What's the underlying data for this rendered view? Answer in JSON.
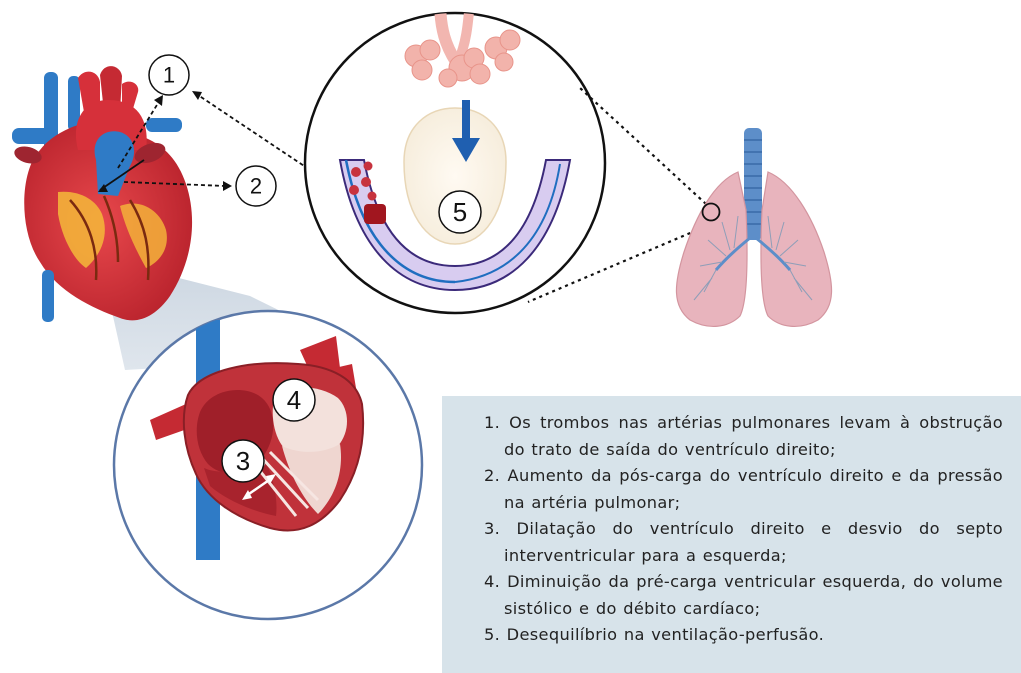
{
  "markers": {
    "m1": "1",
    "m2": "2",
    "m3": "3",
    "m4": "4",
    "m5": "5"
  },
  "legend": {
    "items": [
      "1. Os trombos nas artérias pulmonares levam à obstrução do trato de saída do ventrículo direito;",
      "2. Aumento da pós-carga do ventrículo direito e da pressão na artéria pulmonar;",
      "3. Dilatação do ventrículo direito e desvio do septo interventricular para a esquerda;",
      "4. Diminuição da pré-carga ventricular esquerda, do volume sistólico e do débito cardíaco;",
      "5. Desequilíbrio na ventilação-perfusão."
    ]
  },
  "colors": {
    "legend_background": "#d7e3ea",
    "heart_red": "#d6303a",
    "vessel_blue": "#2f7bc6",
    "capillary_lavender": "#d8ccf0",
    "lung_pink": "#e8b4bd",
    "trachea_blue": "#5d8ec9",
    "arrow_blue": "#1f5fb0"
  },
  "icons": [
    "heart-illustration",
    "heart-cross-section",
    "alveoli-illustration",
    "lungs-illustration",
    "down-arrow-icon"
  ]
}
